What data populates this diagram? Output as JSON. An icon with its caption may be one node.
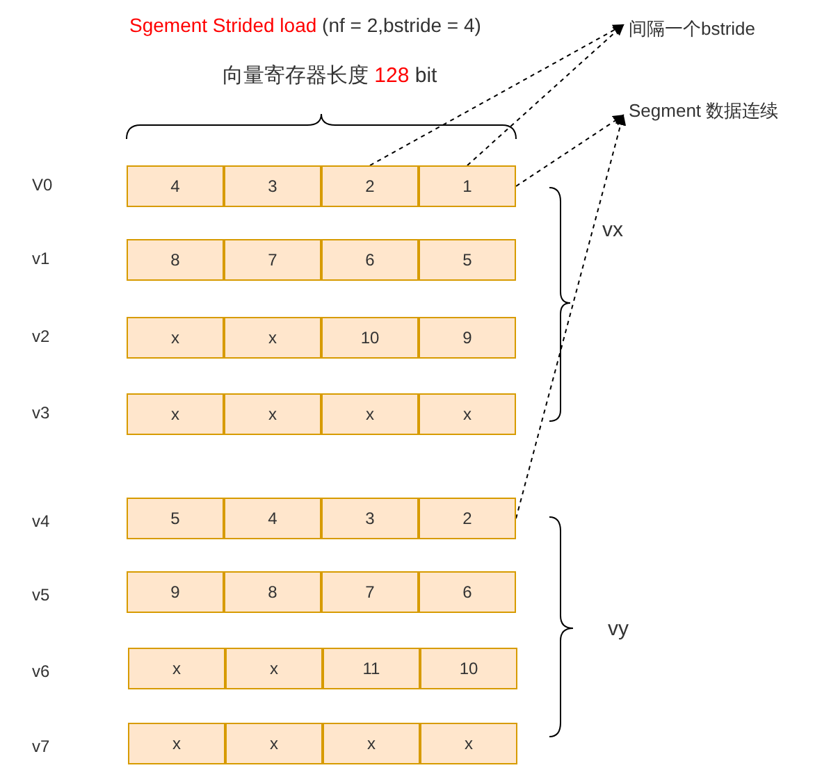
{
  "diagram": {
    "title": "Sgement Strided load (nf = 2,bstride = 4)",
    "nodes": [
      {
        "text": [
          "间隔一个bstride"
        ]
      },
      {
        "text": [
          "Segment 数据连续"
        ]
      },
      {
        "text": [
          "4"
        ]
      },
      {
        "text": [
          "3"
        ]
      },
      {
        "text": [
          "2"
        ]
      },
      {
        "text": [
          "1"
        ]
      },
      {
        "text": [
          "8"
        ]
      },
      {
        "text": [
          "7"
        ]
      },
      {
        "text": [
          "6"
        ]
      },
      {
        "text": [
          "5"
        ]
      },
      {
        "text": [
          "x"
        ]
      },
      {
        "text": [
          "x"
        ]
      },
      {
        "text": [
          "10"
        ]
      },
      {
        "text": [
          "9"
        ]
      },
      {
        "text": [
          "x"
        ]
      },
      {
        "text": [
          "x"
        ]
      },
      {
        "text": [
          "x"
        ]
      },
      {
        "text": [
          "x"
        ]
      },
      {
        "text": [
          "5"
        ]
      },
      {
        "text": [
          "4"
        ]
      },
      {
        "text": [
          "3"
        ]
      },
      {
        "text": [
          "2"
        ]
      },
      {
        "text": [
          "9"
        ]
      },
      {
        "text": [
          "8"
        ]
      },
      {
        "text": [
          "7"
        ]
      },
      {
        "text": [
          "6"
        ]
      },
      {
        "text": [
          "x"
        ]
      },
      {
        "text": [
          "x"
        ]
      },
      {
        "text": [
          "11"
        ]
      },
      {
        "text": [
          "10"
        ]
      },
      {
        "text": [
          "x"
        ]
      },
      {
        "text": [
          "x"
        ]
      },
      {
        "text": [
          "x"
        ]
      },
      {
        "text": [
          "x"
        ]
      }
    ],
    "edges": [
      {
        "from": 4,
        "to": 0,
        "arrow": "to",
        "style": "dashed"
      },
      {
        "from": 5,
        "to": 0,
        "arrow": "to",
        "style": "dashed"
      },
      {
        "from": 5,
        "to": 1,
        "arrow": "to",
        "style": "dashed"
      },
      {
        "from": 21,
        "to": 1,
        "arrow": "to",
        "style": "dashed"
      }
    ],
    "labels": [
      "向量寄存器长度 128 bit",
      "V0",
      "vx",
      "v1",
      "v2",
      "v3",
      "v4",
      "v5",
      "vy",
      "v6",
      "v7"
    ]
  }
}
